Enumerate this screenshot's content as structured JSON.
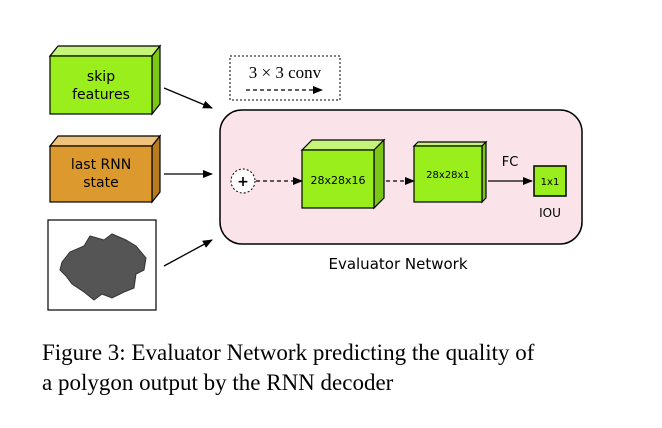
{
  "inputs": {
    "skip_line1": "skip",
    "skip_line2": "features",
    "rnn_line1": "last RNN",
    "rnn_line2": "state"
  },
  "legend": {
    "conv_label": "3 × 3 conv"
  },
  "evaluator": {
    "plus_symbol": "+",
    "block1_label": "28x28x16",
    "block2_label": "28x28x1",
    "fc_label": "FC",
    "output_label": "1x1",
    "iou_label": "IOU",
    "network_label": "Evaluator Network"
  },
  "caption": {
    "line1": "Figure 3: Evaluator Network predicting the quality of",
    "line2": "a polygon output by the RNN decoder"
  },
  "colors": {
    "green_front": "#99ee1c",
    "green_top": "#c4f57a",
    "green_side": "#7cc615",
    "orange_front": "#dc9a2e",
    "orange_top": "#efc27c",
    "orange_side": "#b87c1e",
    "panel_fill": "#fae4ea",
    "polygon_fill": "#555555"
  }
}
